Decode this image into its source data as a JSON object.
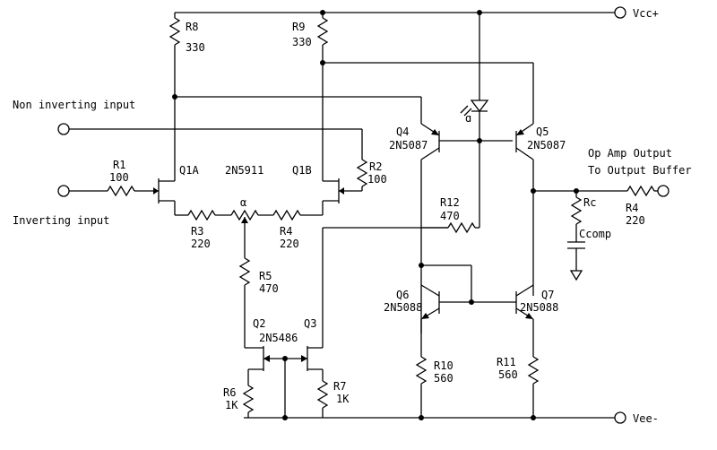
{
  "nodes": {
    "vcc": "Vcc+",
    "vee": "Vee-"
  },
  "inputs": {
    "non_inverting": "Non inverting input",
    "inverting": "Inverting input"
  },
  "output": {
    "line1": "Op Amp Output",
    "line2": "To Output Buffer"
  },
  "pot": {
    "alpha": "α"
  },
  "q1_part": "2N5911",
  "components": {
    "R1": {
      "name": "R1",
      "value": "100"
    },
    "R2": {
      "name": "R2",
      "value": "100"
    },
    "R3": {
      "name": "R3",
      "value": "220"
    },
    "R4a": {
      "name": "R4",
      "value": "220"
    },
    "R4b": {
      "name": "R4",
      "value": "220"
    },
    "R5": {
      "name": "R5",
      "value": "470"
    },
    "R6": {
      "name": "R6",
      "value": "1K"
    },
    "R7": {
      "name": "R7",
      "value": "1K"
    },
    "R8": {
      "name": "R8",
      "value": "330"
    },
    "R9": {
      "name": "R9",
      "value": "330"
    },
    "R10": {
      "name": "R10",
      "value": "560"
    },
    "R11": {
      "name": "R11",
      "value": "560"
    },
    "R12": {
      "name": "R12",
      "value": "470"
    },
    "Rc": {
      "name": "Rc"
    },
    "Ccomp": {
      "name": "Ccomp"
    },
    "Q1A": {
      "name": "Q1A"
    },
    "Q1B": {
      "name": "Q1B"
    },
    "Q2": {
      "name": "Q2"
    },
    "Q3": {
      "name": "Q3",
      "part": "2N5486"
    },
    "Q4": {
      "name": "Q4",
      "part": "2N5087"
    },
    "Q5": {
      "name": "Q5",
      "part": "2N5087"
    },
    "Q6": {
      "name": "Q6",
      "part": "2N5088"
    },
    "Q7": {
      "name": "Q7",
      "part": "2N5088"
    }
  }
}
